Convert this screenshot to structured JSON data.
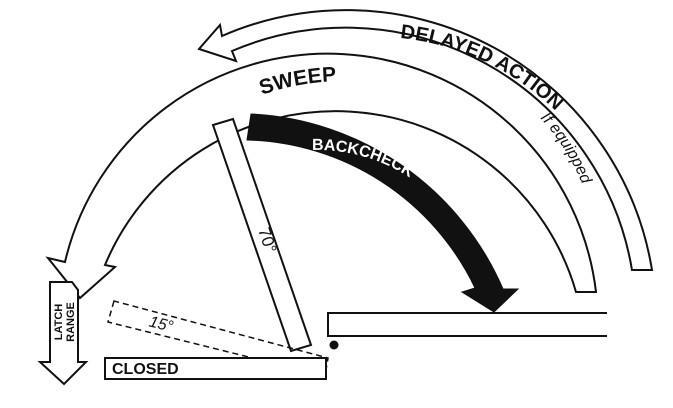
{
  "labels": {
    "delayed_action": "DELAYED ACTION",
    "if_equipped": "If equipped",
    "sweep": "SWEEP",
    "backcheck": "BACKCHECK",
    "angle_70": "70°",
    "angle_15": "15°",
    "latch": "LATCH",
    "range": "RANGE",
    "closed": "CLOSED"
  },
  "colors": {
    "ink": "#111111",
    "paper": "#ffffff"
  }
}
